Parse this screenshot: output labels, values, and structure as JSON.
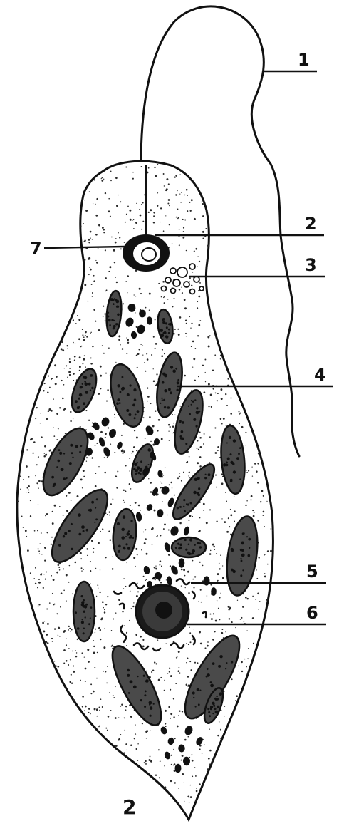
{
  "figure": {
    "labels": [
      {
        "id": "flagellum",
        "text": "1"
      },
      {
        "id": "reservoir",
        "text": "2"
      },
      {
        "id": "stigma-granules",
        "text": "3"
      },
      {
        "id": "chloroplast",
        "text": "4"
      },
      {
        "id": "pyrenoid",
        "text": "5"
      },
      {
        "id": "nucleus",
        "text": "6"
      },
      {
        "id": "eyespot",
        "text": "7"
      }
    ],
    "caption": "2"
  },
  "colors": {
    "ink": "#111111",
    "paper": "#ffffff",
    "stipple": "#2a2a2a"
  }
}
